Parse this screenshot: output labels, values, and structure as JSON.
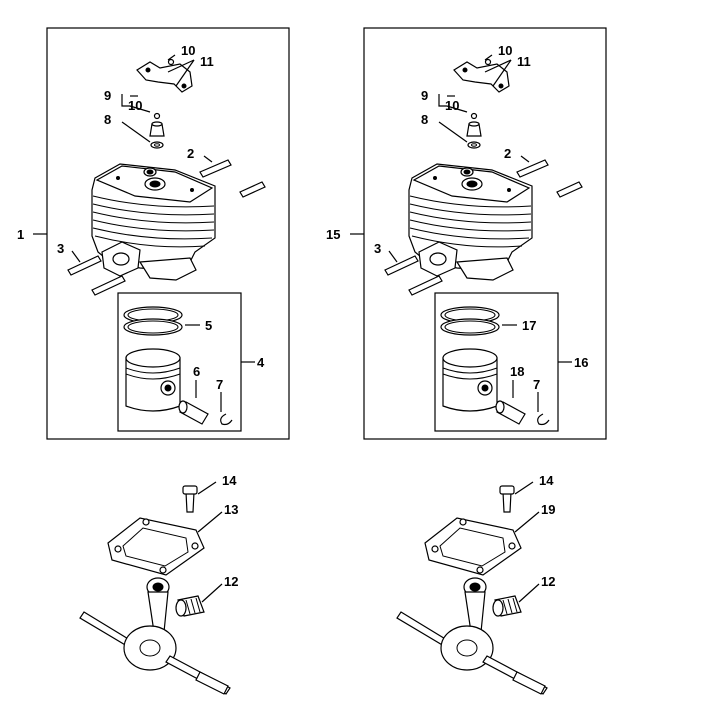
{
  "left_assembly": {
    "kit_label": "1",
    "piston_kit_label": "4",
    "callouts": {
      "c10": "10",
      "c11": "11",
      "c9": "9",
      "c10b": "10",
      "c8": "8",
      "c2": "2",
      "c3": "3",
      "c5": "5",
      "c6": "6",
      "c7": "7"
    }
  },
  "right_assembly": {
    "kit_label": "15",
    "piston_kit_label": "16",
    "callouts": {
      "c10": "10",
      "c11": "11",
      "c9": "9",
      "c10b": "10",
      "c8": "8",
      "c2": "2",
      "c3": "3",
      "c5": "17",
      "c6": "18",
      "c7": "7"
    }
  },
  "left_crank": {
    "screw": "14",
    "gasket": "13",
    "bearing": "12"
  },
  "right_crank": {
    "screw": "14",
    "gasket": "19",
    "bearing": "12"
  }
}
